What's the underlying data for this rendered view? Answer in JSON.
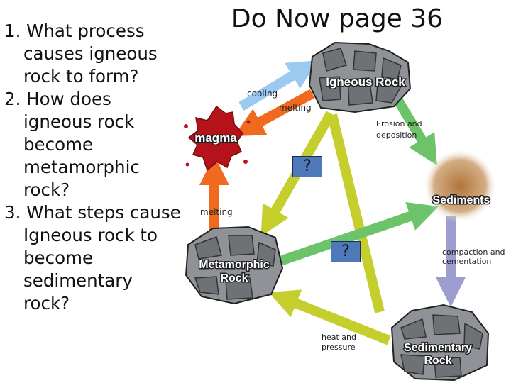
{
  "title": "Do Now page 36",
  "questions": [
    "1. What process causes igneous rock to form?",
    "2. How does igneous rock become metamorphic rock?",
    "3. What steps cause Igneous rock to become sedimentary rock?"
  ],
  "nodes": {
    "igneous": "Igneous Rock",
    "magma": "magma",
    "sediments": "Sediments",
    "metamorphic_line1": "Metamorphic",
    "metamorphic_line2": "Rock",
    "sedimentary_line1": "Sedimentary",
    "sedimentary_line2": "Rock"
  },
  "labels": {
    "cooling": "cooling",
    "melting_top": "melting",
    "melting_left": "melting",
    "erosion_line1": "Erosion and",
    "erosion_line2": "deposition",
    "compaction_line1": "compaction and",
    "compaction_line2": "cementation",
    "heat_line1": "heat and",
    "heat_line2": "pressure"
  },
  "unknowns": [
    "?",
    "?"
  ],
  "colors": {
    "cooling_arrow": "#9bc9ef",
    "melting_arrow": "#ef6a1f",
    "yellow_arrow": "#c4cf2e",
    "green_arrow": "#6cc36a",
    "purple_arrow": "#9d9ed0",
    "magma": "#b5121b",
    "rock": "#8f9296",
    "question_box": "#4f78b8"
  }
}
